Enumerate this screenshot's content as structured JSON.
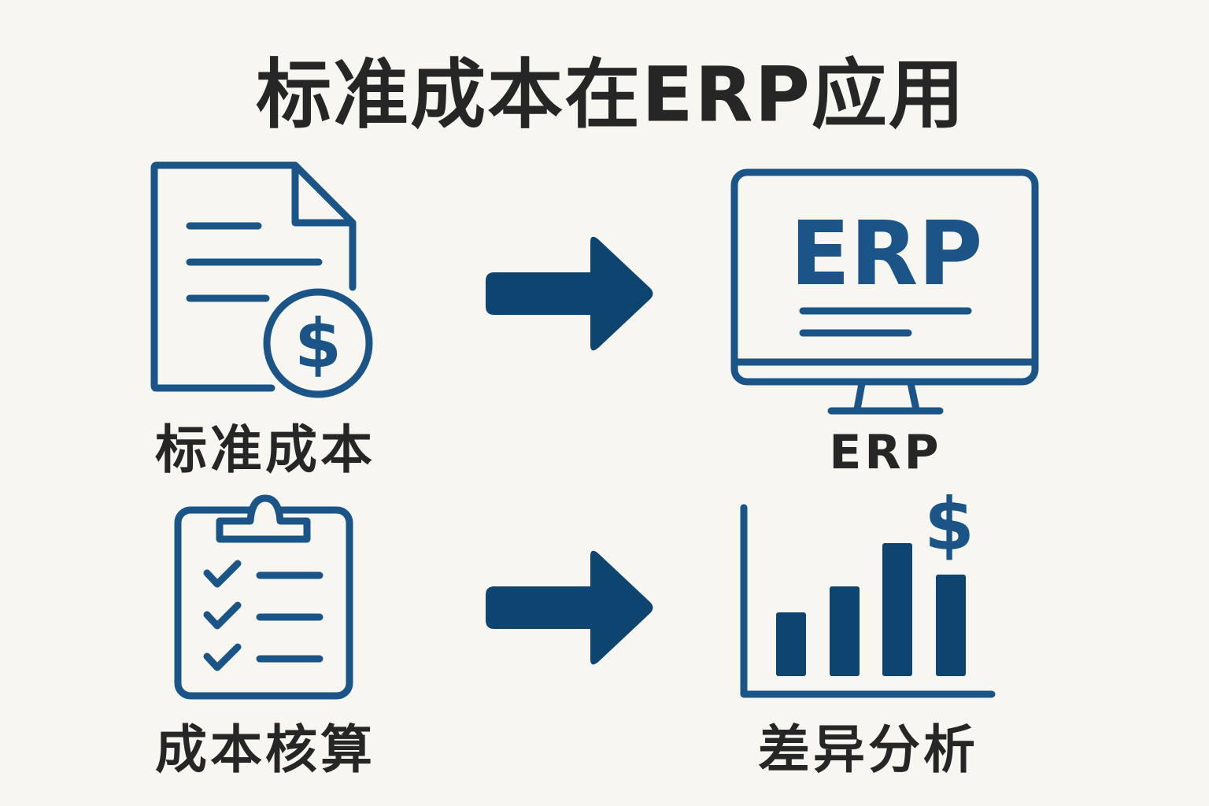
{
  "title": "标准成本在ERP应用",
  "nodes": {
    "standard_cost": {
      "label": "标准成本",
      "icon": "document-dollar-icon"
    },
    "erp": {
      "label": "ERP",
      "screen_text": "ERP",
      "icon": "monitor-icon"
    },
    "cost_accounting": {
      "label": "成本核算",
      "icon": "clipboard-checklist-icon"
    },
    "variance_analysis": {
      "label": "差异分析",
      "icon": "bar-chart-dollar-icon",
      "dollar": "$"
    }
  },
  "document_dollar": "$",
  "colors": {
    "icon": "#1b5588",
    "arrow": "#0d4470",
    "text": "#262626",
    "background": "#f8f6f1"
  }
}
